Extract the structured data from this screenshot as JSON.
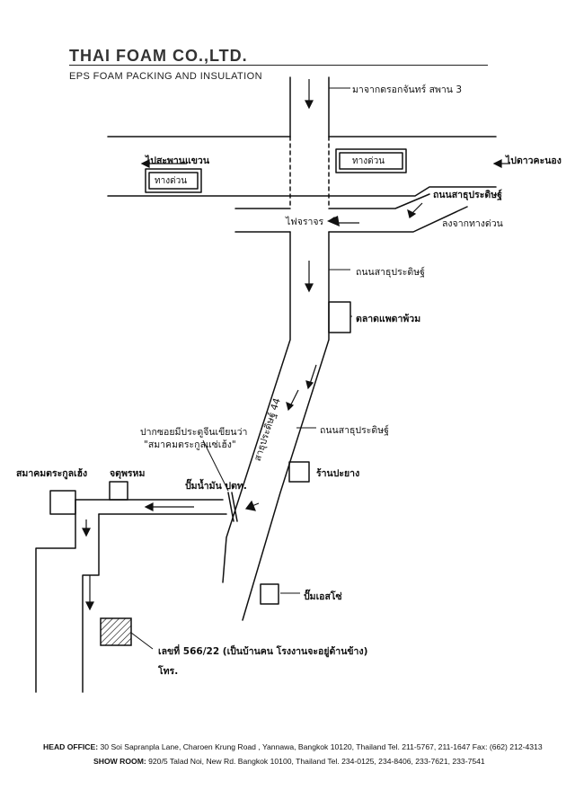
{
  "header": {
    "company": "THAI FOAM CO.,LTD.",
    "tagline": "EPS FOAM PACKING AND INSULATION"
  },
  "map": {
    "labels": {
      "from_taksin_bridge": "มาจากดรอกจันทร์ สพาน 3",
      "to_saphan_khwai": "ไปสะพานแขวน",
      "to_dao_khanong": "ไปดาวคะนอง",
      "expressway_left": "ทางด่วน",
      "expressway_right": "ทางด่วน",
      "sathu_pradit_top": "ถนนสาธุประดิษฐ์",
      "traffic_light": "ไฟจราจร",
      "from_expressway": "ลงจากทางด่วน",
      "sathu_pradit_mid": "ถนนสาธุประดิษฐ์",
      "market": "ตลาดแพดาพ้วม",
      "soi_entrance_line1": "ปากซอยมีประตูจีนเขียนว่า",
      "soi_entrance_line2": "\"สมาคมตระกูลแซ่เฮ้ง\"",
      "sathu_pradit_low": "ถนนสาธุประดิษฐ์",
      "soi_name": "สาธุประดิษฐ์ 44",
      "gas_station_ptt": "ปั๊มน้ำมัน ปตท.",
      "rubber_shop": "ร้านปะยาง",
      "heng_association": "สมาคมตระกูลเฮ้ง",
      "jadpornhom": "จตุพรหม",
      "esso_station": "ปั๊มเอสโซ่",
      "address_line1": "เลขที่ 566/22 (เป็นบ้านคน โรงงานจะอยู่ด้านข้าง)",
      "address_line2": "โทร."
    }
  },
  "footer": {
    "head_office_label": "HEAD OFFICE:",
    "head_office_text": "30 Soi Sapranpla Lane, Charoen Krung Road , Yannawa, Bangkok 10120, Thailand Tel. 211-5767, 211-1647 Fax: (662) 212-4313",
    "showroom_label": "SHOW ROOM:",
    "showroom_text": "920/5 Talad Noi, New Rd. Bangkok 10100, Thailand Tel. 234-0125, 234-8406, 233-7621, 233-7541"
  }
}
